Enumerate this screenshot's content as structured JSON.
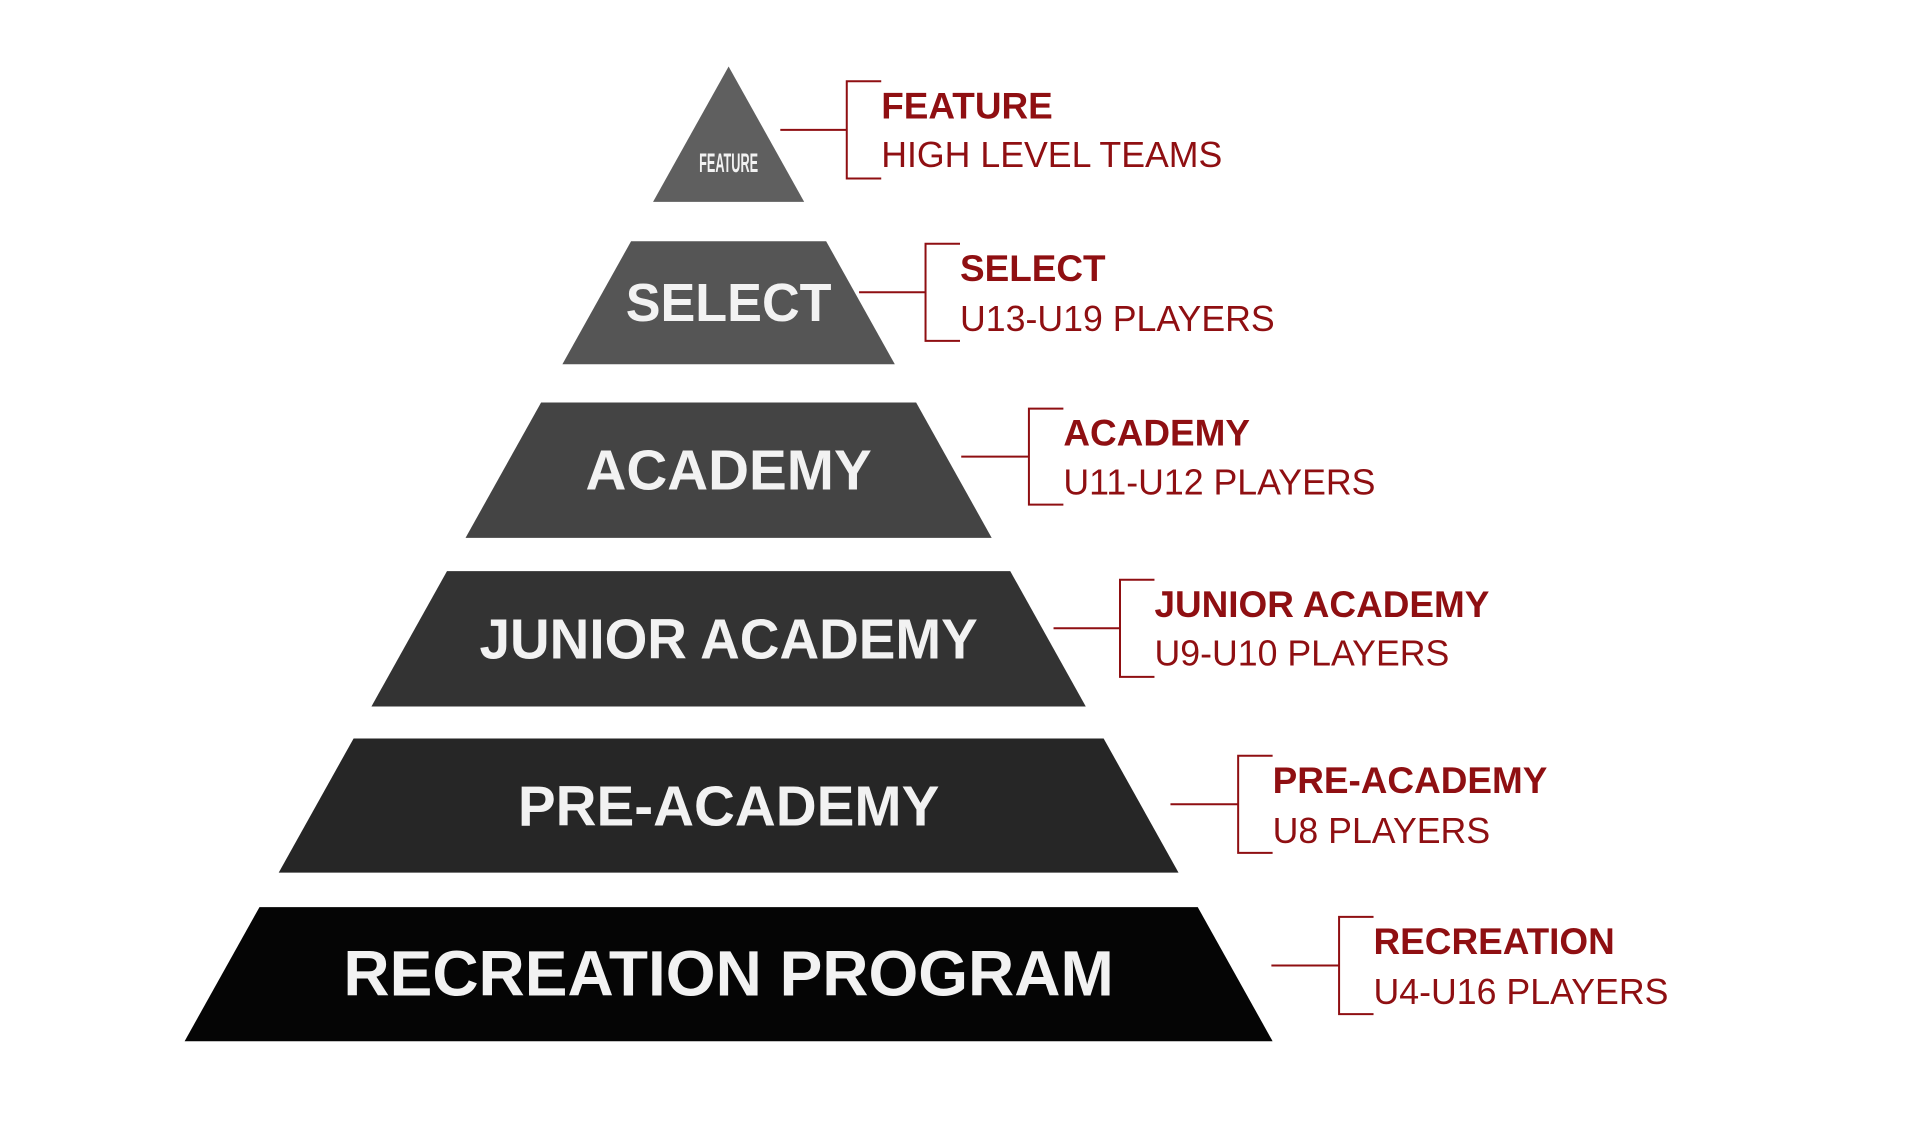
{
  "colors": {
    "callout": "#8f0f12",
    "tier_text": "#f2f2f2",
    "tiers": [
      "#5f5f5f",
      "#555555",
      "#444444",
      "#333333",
      "#262626",
      "#050505"
    ]
  },
  "tiers": [
    {
      "label": "FEATURE",
      "callout_title": "FEATURE",
      "callout_subtitle": "HIGH LEVEL TEAMS"
    },
    {
      "label": "SELECT",
      "callout_title": "SELECT",
      "callout_subtitle": "U13-U19 PLAYERS"
    },
    {
      "label": "ACADEMY",
      "callout_title": "ACADEMY",
      "callout_subtitle": "U11-U12 PLAYERS"
    },
    {
      "label": "JUNIOR ACADEMY",
      "callout_title": "JUNIOR ACADEMY",
      "callout_subtitle": "U9-U10 PLAYERS"
    },
    {
      "label": "PRE-ACADEMY",
      "callout_title": "PRE-ACADEMY",
      "callout_subtitle": "U8 PLAYERS"
    },
    {
      "label": "RECREATION PROGRAM",
      "callout_title": "RECREATION",
      "callout_subtitle": "U4-U16 PLAYERS"
    }
  ]
}
